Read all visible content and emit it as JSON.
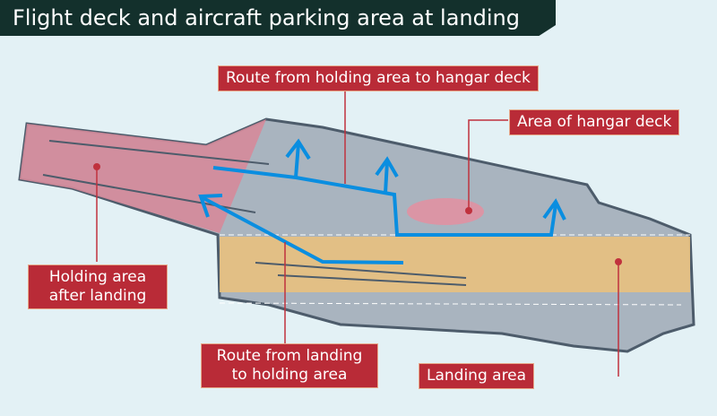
{
  "title": "Flight deck and aircraft parking area at landing",
  "labels": {
    "route_to_hangar": "Route from holding area to hangar deck",
    "hangar_area": "Area of hangar deck",
    "holding_area": "Holding area after landing",
    "route_to_holding": "Route from landing to holding area",
    "landing_area": "Landing area"
  },
  "colors": {
    "label_bg": "#b92b37",
    "route": "#0a8ee0",
    "holding": "#d58a9a",
    "landing": "#e8c07e",
    "deck": "#a9b4bf"
  }
}
